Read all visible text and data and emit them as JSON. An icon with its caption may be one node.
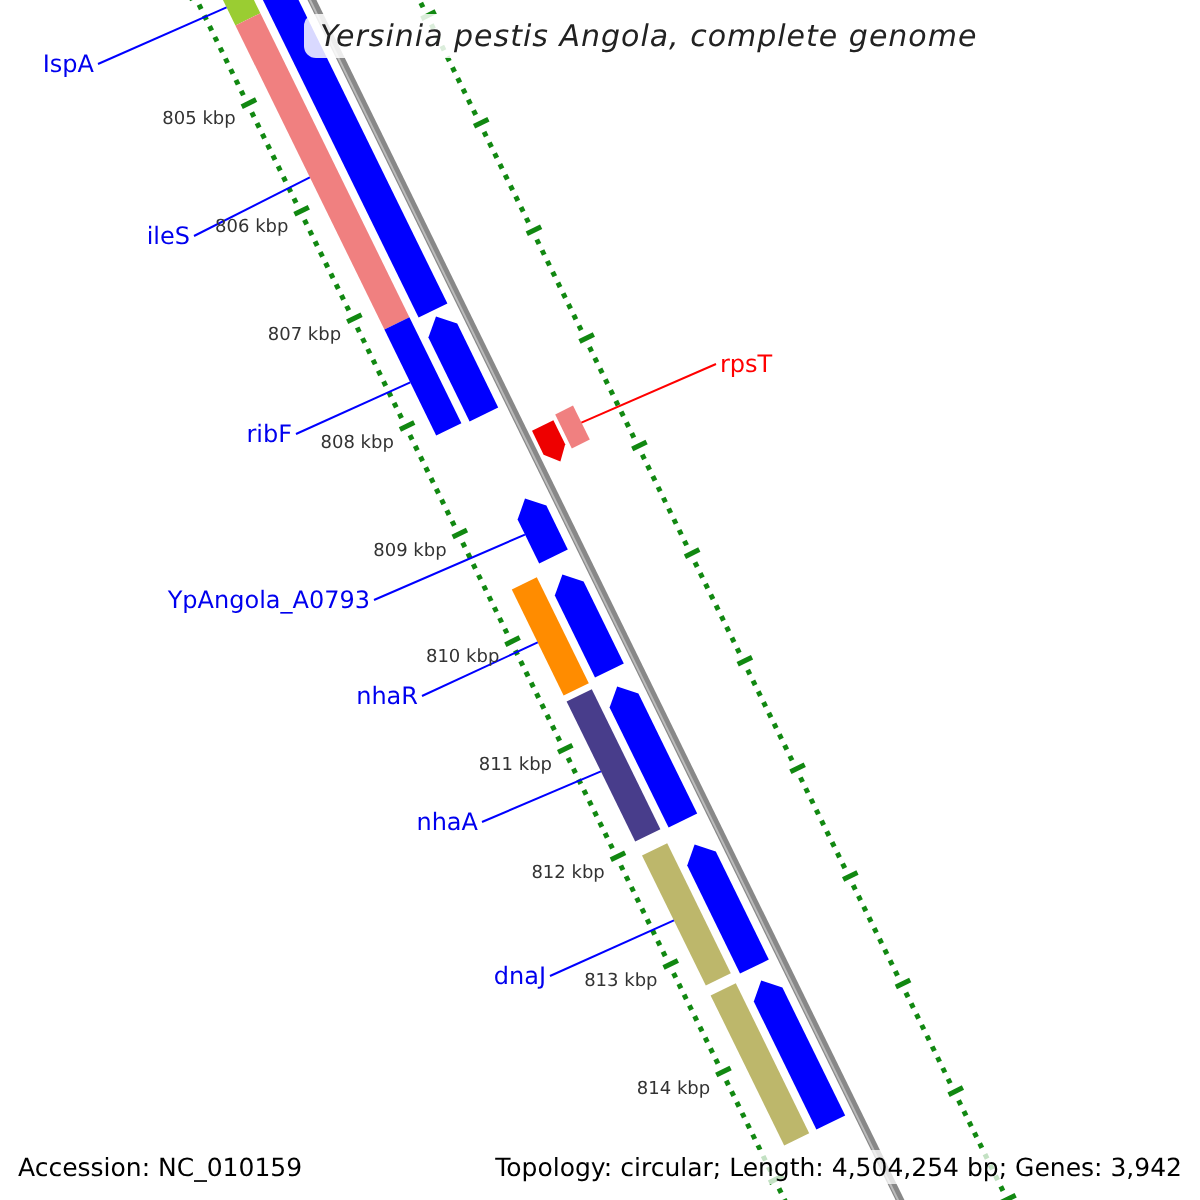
{
  "diagram": {
    "title": "Yersinia pestis Angola, complete genome",
    "nodes": [
      {
        "text": [
          "IspA"
        ]
      },
      {
        "text": [
          "ileS"
        ]
      },
      {
        "text": [
          "ribF"
        ]
      },
      {
        "text": [
          "YpAngola_A0793"
        ]
      },
      {
        "text": [
          "nhaR"
        ]
      },
      {
        "text": [
          "nhaA"
        ]
      },
      {
        "text": [
          "dnaJ"
        ]
      },
      {
        "text": [
          "rpsT"
        ]
      },
      {
        "text": [],
        "shape": "bar"
      },
      {
        "text": [],
        "shape": "bar"
      },
      {
        "text": [],
        "shape": "bar"
      },
      {
        "text": [],
        "shape": "bar"
      },
      {
        "text": [],
        "shape": "bar"
      },
      {
        "text": [],
        "shape": "bar"
      },
      {
        "text": [],
        "shape": "bar"
      },
      {
        "text": [],
        "shape": "bar"
      },
      {
        "text": [],
        "shape": "bar"
      },
      {
        "text": [],
        "shape": "bar"
      },
      {
        "text": [],
        "shape": "bar"
      },
      {
        "text": [],
        "shape": "bar"
      },
      {
        "text": [],
        "shape": "bar"
      },
      {
        "text": [],
        "shape": "bar"
      },
      {
        "text": [],
        "shape": "bar"
      },
      {
        "text": [],
        "shape": "bar"
      }
    ],
    "edges": [
      {
        "from": 0,
        "to": 8,
        "arrow": "none"
      },
      {
        "from": 1,
        "to": 9,
        "arrow": "none"
      },
      {
        "from": 2,
        "to": 10,
        "arrow": "none"
      },
      {
        "from": 3,
        "to": 11,
        "arrow": "none"
      },
      {
        "from": 4,
        "to": 12,
        "arrow": "none"
      },
      {
        "from": 5,
        "to": 13,
        "arrow": "none"
      },
      {
        "from": 6,
        "to": 14,
        "arrow": "none"
      },
      {
        "from": 7,
        "to": 15,
        "arrow": "none",
        "color": "#ff0000"
      }
    ],
    "labels": [
      "805 kbp",
      "806 kbp",
      "807 kbp",
      "808 kbp",
      "809 kbp",
      "810 kbp",
      "811 kbp",
      "812 kbp",
      "813 kbp",
      "814 kbp",
      "Accession: NC_010159",
      "Topology: circular; Length: 4,504,254 bp; Genes: 3,942"
    ]
  }
}
